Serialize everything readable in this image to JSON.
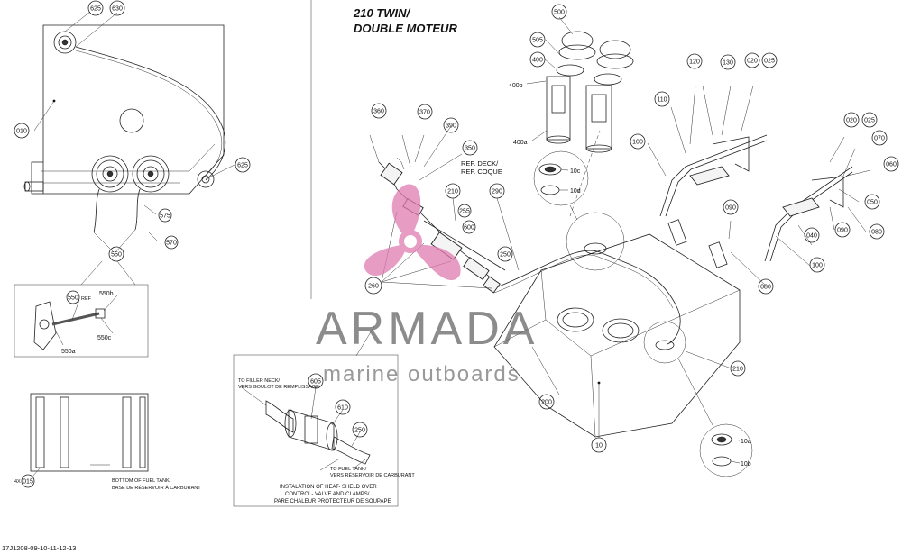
{
  "title": {
    "line1": "210 TWIN/",
    "line2": "DOUBLE MOTEUR"
  },
  "watermark": {
    "brand": "ARMADA",
    "tagline": "marine outboards",
    "color": "#e07bb0"
  },
  "drawing_code": "17J1208-09-10-11-12-13",
  "callouts": {
    "c625a": "625",
    "c630": "630",
    "c010": "010",
    "c625b": "625",
    "c575": "575",
    "c570": "570",
    "c550": "550",
    "c550ref": "550",
    "ref": "REF",
    "c550b": "550b",
    "c550c": "550c",
    "c550a": "550a",
    "c015": "015",
    "qty4x": "4X",
    "c360": "360",
    "c370": "370",
    "c390": "390",
    "c350": "350",
    "c210a": "210",
    "c290": "290",
    "c255": "255",
    "c600": "600",
    "c250a": "250",
    "c260": "260",
    "c500": "500",
    "c505": "505",
    "c400": "400",
    "c400b": "400b",
    "c400a": "400a",
    "c10c": "10c",
    "c10d": "10d",
    "c120": "120",
    "c130": "130",
    "c020a": "020",
    "c025a": "025",
    "c110": "110",
    "c100a": "100",
    "c020b": "020",
    "c025b": "025",
    "c070": "070",
    "c060": "060",
    "c050": "050",
    "c090a": "090",
    "c090b": "090",
    "c080a": "080",
    "c040": "040",
    "c080b": "080",
    "c100b": "100",
    "c210b": "210",
    "c200": "200",
    "c10": "10",
    "c10a": "10a",
    "c10b": "10b",
    "c605": "605",
    "c610": "610",
    "c250b": "250"
  },
  "labels": {
    "ref_deck": "REF. DECK/",
    "ref_coque": "REF. COQUE",
    "bottom_line1": "BOTTOM OF FUEL TANK/",
    "bottom_line2": "BASE DE RÉSERVOIR À CARBURANT",
    "to_filler_line1": "TO FILLER NECK/",
    "to_filler_line2": "VERS GOULOT DE REMPLISSAGE",
    "to_fuel_line1": "TO FUEL TANK/",
    "to_fuel_line2": "VERS RÉSERVOIR DE CARBURANT",
    "install_line1": "INSTALATION OF HEAT-  SHELD OVER",
    "install_line2": "CONTROL-  VALVE AND CLAMPS/",
    "install_line3": "PARE CHALEUR PROTECTEUR DE SOUPAPE"
  }
}
